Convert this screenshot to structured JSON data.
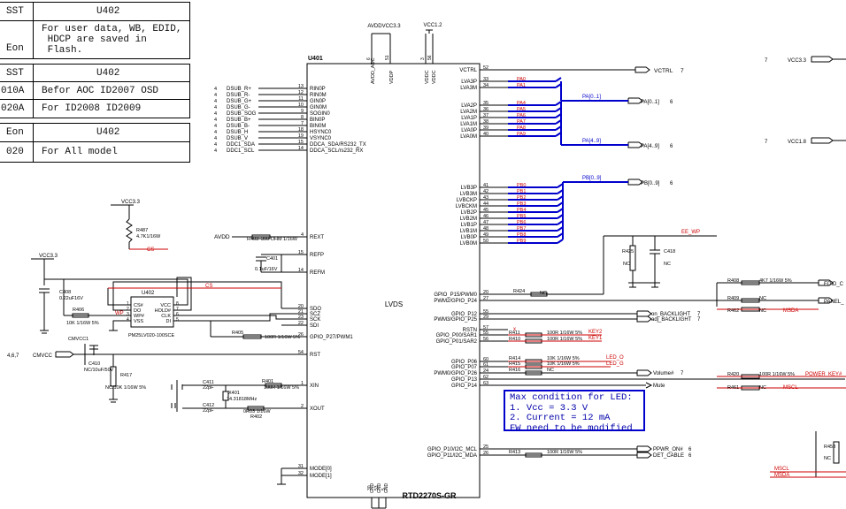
{
  "tables": [
    {
      "rows": [
        [
          "SST",
          "U402"
        ],
        [
          "Eon",
          "For user data, WB, EDID,\n HDCP are saved in\n Flash."
        ]
      ]
    },
    {
      "rows": [
        [
          "SST",
          "U402"
        ],
        [
          "010A",
          "Befor AOC ID2007 OSD"
        ],
        [
          "020A",
          "For ID2008 ID2009"
        ]
      ]
    },
    {
      "rows": [
        [
          "Eon",
          "U402"
        ],
        [
          "020",
          "For All model"
        ]
      ]
    }
  ],
  "chip": {
    "ref": "U401",
    "part": "RTD2270S-GR",
    "center_label": "LVDS",
    "top_pins": [
      {
        "num": "6",
        "name": "AVDD_ADC"
      },
      {
        "num": "51",
        "name": "VDDP"
      },
      {
        "num": "3",
        "name": "VDDC"
      },
      {
        "num": "56",
        "name": "VDDC"
      }
    ],
    "bottom_pins": [
      {
        "num": "30",
        "name": "GND"
      },
      {
        "num": "53",
        "name": "GND"
      },
      {
        "num": "5",
        "name": "GND"
      }
    ],
    "left_pins": [
      {
        "num": "13",
        "name": "RIN0P"
      },
      {
        "num": "12",
        "name": "RIN0M"
      },
      {
        "num": "11",
        "name": "GIN0P"
      },
      {
        "num": "10",
        "name": "GIN0M"
      },
      {
        "num": "9",
        "name": "SOGIN0"
      },
      {
        "num": "8",
        "name": "BIN0P"
      },
      {
        "num": "7",
        "name": "BIN0M"
      },
      {
        "num": "18",
        "name": "HSYNC0"
      },
      {
        "num": "19",
        "name": "VSYNC0"
      },
      {
        "num": "15",
        "name": "DDCA_SDA/RS232_TX"
      },
      {
        "num": "14",
        "name": "DDCA_SCL/rs232_RX"
      },
      {
        "num": "4",
        "name": "REXT"
      },
      {
        "num": "15",
        "name": "REFP"
      },
      {
        "num": "14",
        "name": "REFM"
      },
      {
        "num": "20",
        "name": "SDO"
      },
      {
        "num": "21",
        "name": "SCZ"
      },
      {
        "num": "23",
        "name": "SCK"
      },
      {
        "num": "22",
        "name": "SDI"
      },
      {
        "num": "26",
        "name": "GPIO_P27/PWM1"
      },
      {
        "num": "54",
        "name": "RST"
      },
      {
        "num": "1",
        "name": "XIN"
      },
      {
        "num": "2",
        "name": "XOUT"
      },
      {
        "num": "31",
        "name": "MODE[0]"
      },
      {
        "num": "32",
        "name": "MODE[1]"
      }
    ],
    "right_pins": [
      {
        "num": "52",
        "name": "VCTRL"
      },
      {
        "num": "33",
        "name": "LVA3P"
      },
      {
        "num": "34",
        "name": "LVA3M"
      },
      {
        "num": "35",
        "name": "LVA2P"
      },
      {
        "num": "36",
        "name": "LVA2M"
      },
      {
        "num": "37",
        "name": "LVA1P"
      },
      {
        "num": "38",
        "name": "LVA1M"
      },
      {
        "num": "39",
        "name": "LVA0P"
      },
      {
        "num": "40",
        "name": "LVA0M"
      },
      {
        "num": "41",
        "name": "LVB3P"
      },
      {
        "num": "42",
        "name": "LVB3M"
      },
      {
        "num": "43",
        "name": "LVBCKP"
      },
      {
        "num": "44",
        "name": "LVBCKM"
      },
      {
        "num": "45",
        "name": "LVB2P"
      },
      {
        "num": "46",
        "name": "LVB2M"
      },
      {
        "num": "47",
        "name": "LVB1P"
      },
      {
        "num": "48",
        "name": "LVB1M"
      },
      {
        "num": "49",
        "name": "LVB0P"
      },
      {
        "num": "50",
        "name": "LVB0M"
      },
      {
        "num": "20",
        "name": "GPIO_P15/PWM0"
      },
      {
        "num": "27",
        "name": "PWM2/GPIO_P24"
      },
      {
        "num": "55",
        "name": "GPIO_P12"
      },
      {
        "num": "29",
        "name": "PWM3/GPIO_P25"
      },
      {
        "num": "57",
        "name": "RSTN"
      },
      {
        "num": "55",
        "name": "GPIO_P00/SAR1"
      },
      {
        "num": "56",
        "name": "GPIO_P01/SAR2"
      },
      {
        "num": "60",
        "name": "GPIO_P06"
      },
      {
        "num": "61",
        "name": "GPIO_P07"
      },
      {
        "num": "24",
        "name": "PWM0/GPIO_P26"
      },
      {
        "num": "62",
        "name": "GPIO_P13"
      },
      {
        "num": "63",
        "name": "GPIO_P14"
      },
      {
        "num": "25",
        "name": "GPIO_P10/I2C_MCL"
      },
      {
        "num": "26",
        "name": "GPIO_P11/I2C_MDA"
      }
    ]
  },
  "left_nets": [
    {
      "n": "4",
      "name": "DSUB_R+"
    },
    {
      "n": "4",
      "name": "DSUB_R-"
    },
    {
      "n": "4",
      "name": "DSUB_G+"
    },
    {
      "n": "4",
      "name": "DSUB_G-"
    },
    {
      "n": "4",
      "name": "DSUB_SOG"
    },
    {
      "n": "4",
      "name": "DSUB_B+"
    },
    {
      "n": "4",
      "name": "DSUB_B-"
    },
    {
      "n": "4",
      "name": "DSUB_H"
    },
    {
      "n": "4",
      "name": "DSUB_V"
    },
    {
      "n": "4",
      "name": "DDC1_SDA"
    },
    {
      "n": "4",
      "name": "DDC1_SCL"
    }
  ],
  "power": {
    "avddvcc": "AVDDVCC3.3",
    "vcc12": "VCC1.2",
    "vcc33a": "VCC3.3",
    "vcc33b": "VCC3.3",
    "avdd": "AVDD",
    "vcc33r": "VCC3.3",
    "vcc18r": "VCC1.8",
    "r7a": "7",
    "r7b": "7"
  },
  "components": {
    "r487": "R487",
    "r487v": "4.7K1/16W",
    "cs": "CS",
    "r403": "R403",
    "r403v": "390 OHM 1/16W",
    "c401": "C401",
    "c401v": "0.1uF/16V",
    "c408": "C408",
    "c408v": "0.22uF16V",
    "u402": "U402",
    "u402part": "PM25LV020-100SCE",
    "u402pins": [
      "CS#",
      "DO",
      "WP#",
      "VSS",
      "VCC",
      "HOLD#",
      "CLK",
      "DI"
    ],
    "u402nums": [
      "1",
      "2",
      "3",
      "4",
      "8",
      "7",
      "6",
      "5"
    ],
    "r406": "R406",
    "r406v": "10K 1/16W 5%",
    "wp": "WP",
    "r405": "R405",
    "r405v": "100R 1/16W 5%",
    "cmvcc1": "CMVCC1",
    "cmvcc": "CMVCC",
    "ref467": "4,6,7",
    "c410": "C410",
    "c410v": "NC/10uF/50V",
    "r417": "R417",
    "r417v": "NC/10K 1/16W 5%",
    "c411": "C411",
    "c411v": "22pF",
    "r401": "R401",
    "r401v": "100R 1/16W 5%",
    "x401": "X401",
    "x401v": "14.31818MHz",
    "c412": "C412",
    "c412v": "22pF",
    "r402v": "0R03 1/16W",
    "r402": "R402",
    "r425": "R425",
    "nc": "NC",
    "c418": "C418",
    "eewp": "EE_WP",
    "r424": "R424",
    "r411": "R411",
    "r410": "R410",
    "r414": "R414",
    "r415": "R415",
    "r416": "R416",
    "r413": "R413",
    "v100r": "100R 1/16W 5%",
    "v10k": "10K 1/16W 5%",
    "r408": "R408",
    "r408v": "4K7 1/16W 5%",
    "r409": "R409",
    "r462": "R462",
    "r420": "R420",
    "r461": "R461",
    "r453": "R453"
  },
  "nets": {
    "vctrl": "VCTRL",
    "vctrln": "7",
    "pa": [
      "PA0",
      "PA1",
      "PA4",
      "PA5",
      "PA6",
      "PA7",
      "PA8",
      "PA9"
    ],
    "pa01": "PA[0..1]",
    "pa49": "PA[4..9]",
    "pb09": "PB[0..9]",
    "pb": [
      "PB0",
      "PB1",
      "PB2",
      "PB3",
      "PB4",
      "PB5",
      "PB6",
      "PB7",
      "PB8",
      "PB9"
    ],
    "six": "6",
    "onbl": "on_BACKLIGHT",
    "adjbl": "adj_BACKLIGHT",
    "seven": "7",
    "key2": "KEY2",
    "key1": "KEY1",
    "ledo": "LED_O",
    "ledg": "LED_G",
    "volume": "Volume#",
    "mute": "Mute",
    "pwron": "PPWR_ON#",
    "detcable": "DET_CABLE",
    "edid": "EDID_C",
    "panel": "PANEL_",
    "msda": "MSDA",
    "msdar": "MSDA",
    "mscl": "MSCL",
    "powerkey": "POWER_KEY#",
    "msclr": "MSCL"
  },
  "note": {
    "lines": [
      "Max condition for LED:",
      "1. Vcc = 3.3 V",
      "2. Current = 12 mA",
      "FW need to be modified"
    ]
  }
}
